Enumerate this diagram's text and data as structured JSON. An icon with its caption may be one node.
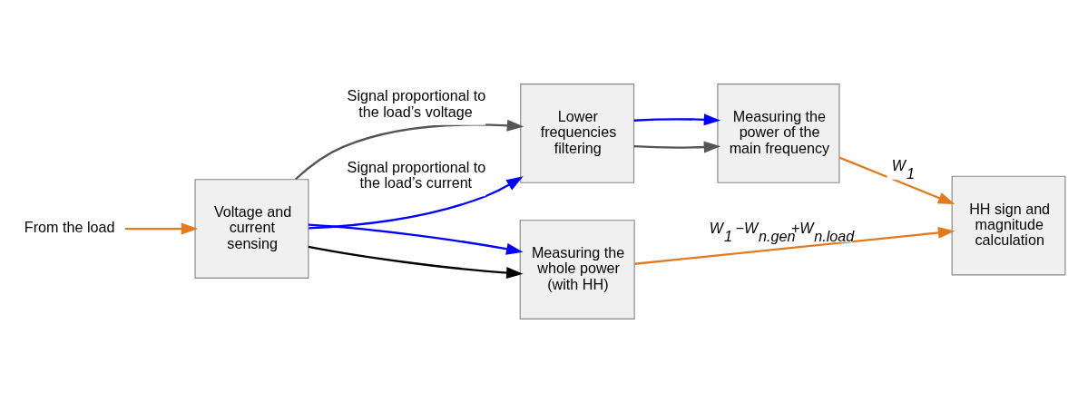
{
  "diagram": {
    "nodes": [
      {
        "text": [
          "From the load"
        ]
      },
      {
        "text": [
          "Voltage and current sensing"
        ]
      },
      {
        "text": [
          "Lower frequencies filtering"
        ]
      },
      {
        "text": [
          "Measuring the power of the main frequency"
        ]
      },
      {
        "text": [
          "Measuring the whole power (with HH)"
        ]
      },
      {
        "text": [
          "HH sign and magnitude calculation"
        ]
      }
    ],
    "edges": [
      {
        "from": 0,
        "to": 1,
        "arrow": "to",
        "color": "#e07b20"
      },
      {
        "from": 1,
        "to": 2,
        "arrow": "to",
        "label": "Signal proportional to the load’s voltage",
        "color": "#555555"
      },
      {
        "from": 1,
        "to": 2,
        "arrow": "to",
        "label": "Signal proportional to the load’s current",
        "color": "#0000ff"
      },
      {
        "from": 2,
        "to": 3,
        "arrow": "to",
        "color": "#555555"
      },
      {
        "from": 2,
        "to": 3,
        "arrow": "to",
        "color": "#0000ff"
      },
      {
        "from": 1,
        "to": 4,
        "arrow": "to",
        "color": "#000000"
      },
      {
        "from": 1,
        "to": 4,
        "arrow": "to",
        "color": "#0000ff"
      },
      {
        "from": 3,
        "to": 5,
        "arrow": "to",
        "label": "W$_{1}$",
        "color": "#e07b20"
      },
      {
        "from": 4,
        "to": 5,
        "arrow": "to",
        "label": "W$_{1}$ −W$_{n.gen}$+W$_{n.load}$",
        "color": "#e07b20"
      }
    ]
  }
}
